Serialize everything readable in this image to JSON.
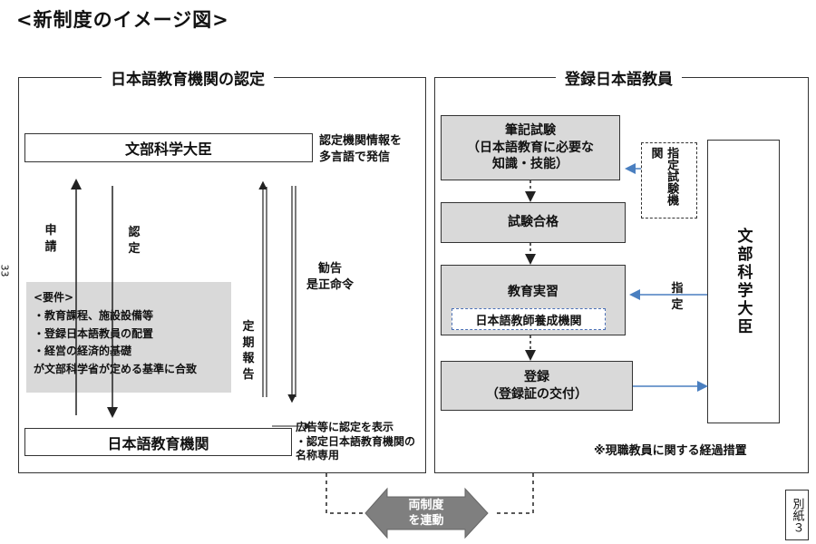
{
  "page_title": "<新制度のイメージ図>",
  "page_number": "33",
  "attachment_label": "別紙３",
  "left_panel": {
    "title": "日本語教育機関の認定",
    "top_box": "文部科学大臣",
    "top_note": [
      "認定機関情報を",
      "多言語で発信"
    ],
    "apply_label": "申請",
    "certify_label": "認定",
    "requirements": {
      "header": "<要件>",
      "items": [
        "・教育課程、施設設備等",
        "・登録日本語教員の配置",
        "・経営の経済的基礎"
      ],
      "footer": "が文部科学省が定める基準に合致"
    },
    "report_label": "定期報告",
    "order_label": [
      "勧告",
      "是正命令"
    ],
    "bottom_box": "日本語教育機関",
    "bottom_note": [
      "広告等に認定を表示",
      "・認定日本語教育機関の",
      "名称専用"
    ]
  },
  "right_panel": {
    "title": "登録日本語教員",
    "exam_box": [
      "筆記試験",
      "（日本語教育に必要な",
      "知識・技能）"
    ],
    "pass_box": "試験合格",
    "practice_box": "教育実習",
    "training_institution": "日本語教師養成機関",
    "register_box": [
      "登録",
      "（登録証の交付）"
    ],
    "designated_exam_org": [
      "指定試験機関"
    ],
    "designate_label": "指定",
    "minister_box": "文部科学大臣",
    "transition_note": "※現職教員に関する経過措置"
  },
  "link_arrow": [
    "両制度",
    "を連動"
  ]
}
